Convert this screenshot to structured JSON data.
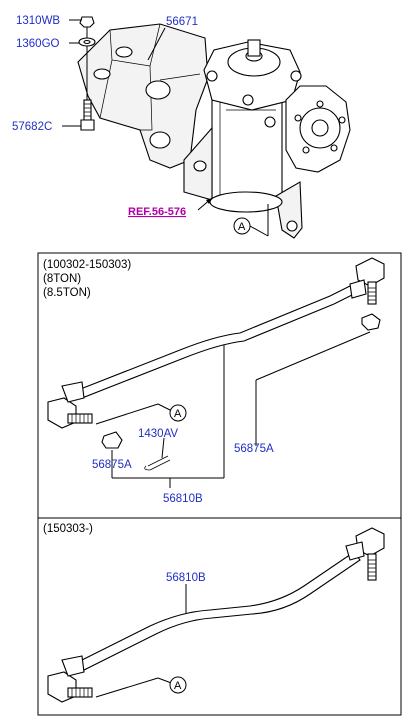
{
  "top_assembly": {
    "labels": {
      "nut": "1310WB",
      "washer": "1360GO",
      "bolt": "57682C",
      "gear_box": "56671",
      "reference": "REF.56-576",
      "circle_ref": "A"
    }
  },
  "panel_1": {
    "notes": [
      "(100302-150303)",
      "(8TON)",
      "(8.5TON)"
    ],
    "labels": {
      "cotter_pin": "1430AV",
      "nut_left": "56875A",
      "nut_right": "56875A",
      "rod_assembly": "56810B",
      "circle_ref": "A"
    }
  },
  "panel_2": {
    "notes": [
      "(150303-)"
    ],
    "labels": {
      "rod_assembly": "56810B",
      "circle_ref": "A"
    }
  },
  "colors": {
    "part_label": "#1f2fc6",
    "reference": "#b000a8",
    "line": "#000000"
  }
}
